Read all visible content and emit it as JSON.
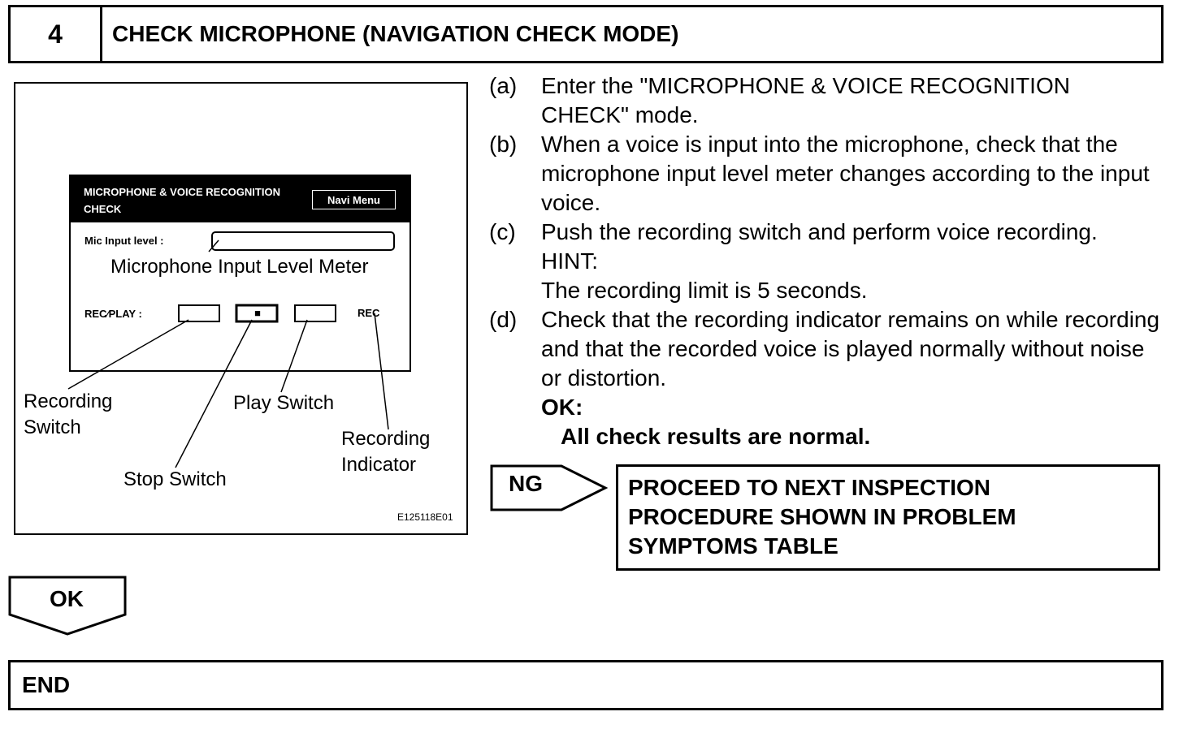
{
  "header": {
    "step_number": "4",
    "title": "CHECK MICROPHONE (NAVIGATION CHECK MODE)"
  },
  "figure": {
    "screen_title_line1": "MICROPHONE & VOICE RECOGNITION",
    "screen_title_line2": "CHECK",
    "navi_menu_button": "Navi Menu",
    "mic_input_label": "Mic Input level :",
    "rec_play_label": "REC∕PLAY :",
    "stop_symbol": "■",
    "rec_indicator": "REC",
    "callouts": {
      "meter": "Microphone Input Level Meter",
      "recording_switch_line1": "Recording",
      "recording_switch_line2": "Switch",
      "play_switch": "Play Switch",
      "stop_switch": "Stop Switch",
      "recording_indicator_line1": "Recording",
      "recording_indicator_line2": "Indicator"
    },
    "figure_code": "E125118E01"
  },
  "steps": [
    {
      "label": "(a)",
      "text": "Enter the \"MICROPHONE & VOICE RECOGNITION CHECK\" mode."
    },
    {
      "label": "(b)",
      "text": "When a voice is input into the microphone, check that the microphone input level meter changes according to the input voice."
    },
    {
      "label": "(c)",
      "text": "Push the recording switch and perform voice recording.",
      "hint_label": "HINT:",
      "hint_text": "The recording limit is 5 seconds."
    },
    {
      "label": "(d)",
      "text": "Check that the recording indicator remains on while recording and that the recorded voice is played normally without noise or distortion."
    }
  ],
  "ok_criteria": {
    "label": "OK:",
    "result": "All check results are normal."
  },
  "ng": {
    "label": "NG",
    "action_line1": "PROCEED TO NEXT INSPECTION",
    "action_line2": "PROCEDURE SHOWN IN PROBLEM",
    "action_line3": "SYMPTOMS TABLE"
  },
  "ok_branch": {
    "label": "OK"
  },
  "end": {
    "label": "END"
  }
}
